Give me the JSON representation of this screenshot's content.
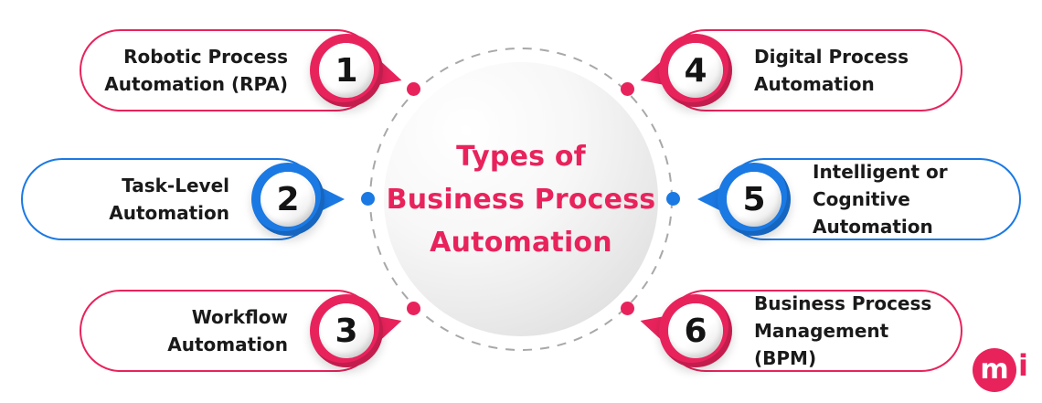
{
  "title": {
    "text": "Types of\nBusiness Process\nAutomation"
  },
  "items": [
    {
      "number": "1",
      "label": "Robotic Process\nAutomation (RPA)",
      "accent": "pink",
      "position": "top-left"
    },
    {
      "number": "2",
      "label": "Task-Level\nAutomation",
      "accent": "blue",
      "position": "middle-left"
    },
    {
      "number": "3",
      "label": "Workflow\nAutomation",
      "accent": "pink",
      "position": "bottom-left"
    },
    {
      "number": "4",
      "label": "Digital Process\nAutomation",
      "accent": "pink",
      "position": "top-right"
    },
    {
      "number": "5",
      "label": "Intelligent or Cognitive\nAutomation",
      "accent": "blue",
      "position": "middle-right"
    },
    {
      "number": "6",
      "label": "Business Process\nManagement (BPM)",
      "accent": "pink",
      "position": "bottom-right"
    }
  ],
  "colors": {
    "pink": "#E8235C",
    "blue": "#1B79E3",
    "text": "#1A1A1A",
    "dash": "#A8A8A8"
  },
  "logo": {
    "mark": "m",
    "suffix": "i"
  }
}
